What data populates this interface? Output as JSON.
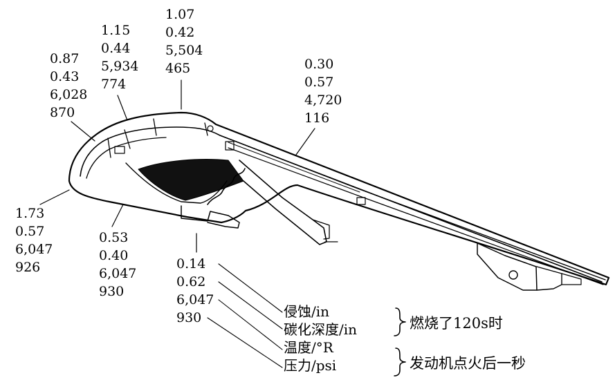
{
  "readouts": [
    {
      "erosion": "1.07",
      "char_depth": "0.42",
      "temperature": "5,504",
      "pressure": "465"
    },
    {
      "erosion": "1.15",
      "char_depth": "0.44",
      "temperature": "5,934",
      "pressure": "774"
    },
    {
      "erosion": "0.87",
      "char_depth": "0.43",
      "temperature": "6,028",
      "pressure": "870"
    },
    {
      "erosion": "0.30",
      "char_depth": "0.57",
      "temperature": "4,720",
      "pressure": "116"
    },
    {
      "erosion": "1.73",
      "char_depth": "0.57",
      "temperature": "6,047",
      "pressure": "926"
    },
    {
      "erosion": "0.53",
      "char_depth": "0.40",
      "temperature": "6,047",
      "pressure": "930"
    },
    {
      "erosion": "0.14",
      "char_depth": "0.62",
      "temperature": "6,047",
      "pressure": "930"
    }
  ],
  "legend": {
    "erosion": "侵蚀/in",
    "char_depth": "碳化深度/in",
    "temperature": "温度/°R",
    "pressure": "压力/psi"
  },
  "group_notes": {
    "after_burn": "燃烧了120s时",
    "after_ignition": "发动机点火后一秒"
  }
}
